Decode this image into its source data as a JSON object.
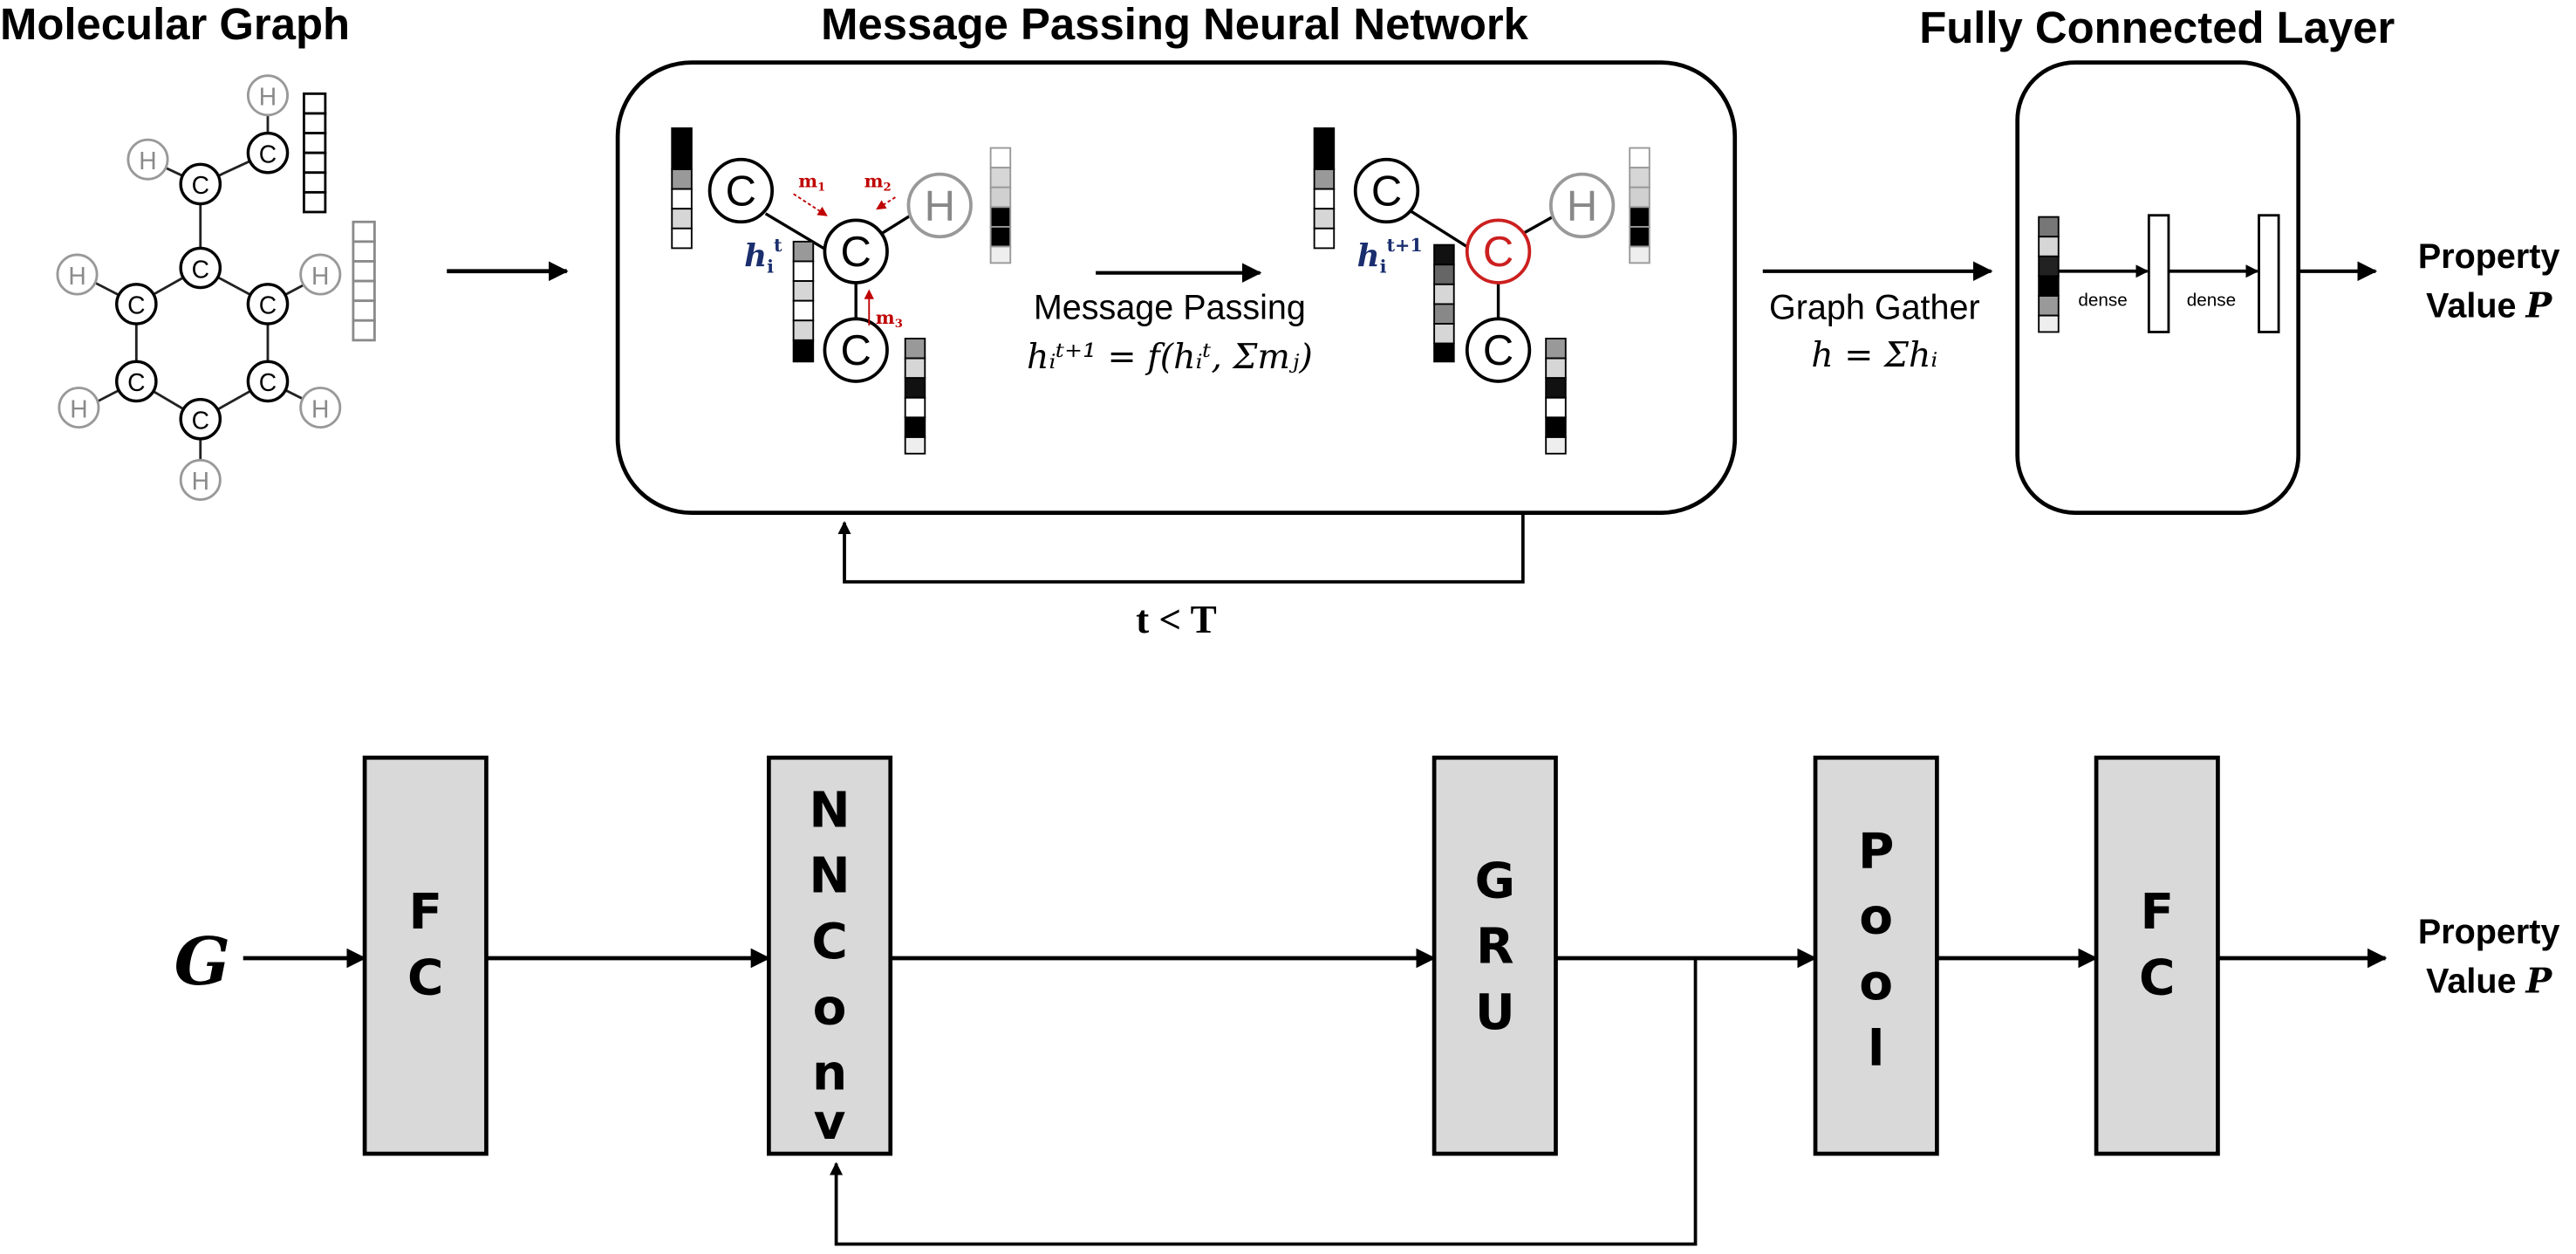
{
  "titles": {
    "molecular_graph": "Molecular Graph",
    "mpnn": "Message Passing Neural Network",
    "fc_layer": "Fully Connected Layer"
  },
  "molecule": {
    "carbon_label": "C",
    "hydrogen_label": "H"
  },
  "mpnn": {
    "message_labels": [
      "m",
      "m",
      "m"
    ],
    "message_subscripts": [
      "1",
      "2",
      "3"
    ],
    "h_before": "h",
    "h_before_sub": "i",
    "h_before_sup": "t",
    "h_after": "h",
    "h_after_sub": "i",
    "h_after_sup": "t+1",
    "step_label": "Message Passing",
    "formula": "hᵢᵗ⁺¹ = f(hᵢᵗ, Σmⱼ)",
    "loop_condition": "t < T",
    "updated_atom_color": "#cc1f1f"
  },
  "gather": {
    "label": "Graph Gather",
    "formula": "h = Σhᵢ"
  },
  "fc": {
    "dense_labels": [
      "dense",
      "dense"
    ]
  },
  "output": {
    "line1": "Property",
    "line2": "Value",
    "symbol": "P"
  },
  "pipeline": {
    "input": "G",
    "blocks": [
      {
        "name": "fc-1",
        "letters": [
          "F",
          "C"
        ]
      },
      {
        "name": "nnconv",
        "letters": [
          "N",
          "N",
          "C",
          "o",
          "n",
          "v"
        ]
      },
      {
        "name": "gru",
        "letters": [
          "G",
          "R",
          "U"
        ]
      },
      {
        "name": "pool",
        "letters": [
          "P",
          "o",
          "o",
          "l"
        ]
      },
      {
        "name": "fc-2",
        "letters": [
          "F",
          "C"
        ]
      }
    ],
    "block_fill": "#d9d9d9",
    "output_line1": "Property",
    "output_line2": "Value",
    "output_symbol": "P"
  }
}
